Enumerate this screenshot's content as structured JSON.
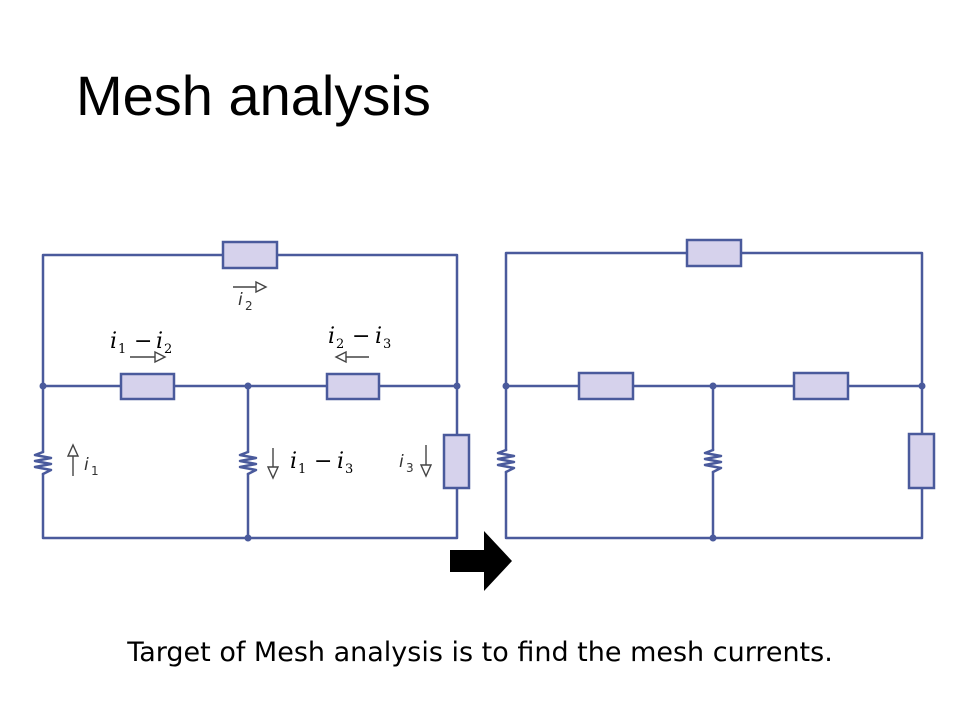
{
  "slide": {
    "title": "Mesh analysis",
    "caption": "Target of Mesh analysis is to find the mesh currents."
  },
  "labels": {
    "i_letter": "i",
    "minus": "−",
    "one": "1",
    "two": "2",
    "three": "3"
  },
  "colors": {
    "wire": "#4a5a9c",
    "resistor_fill": "#d6d2ec",
    "arrow": "#000000"
  },
  "icons": {
    "transition_arrow": "right-arrow-icon",
    "current_arrow": "current-direction-arrow-icon"
  }
}
